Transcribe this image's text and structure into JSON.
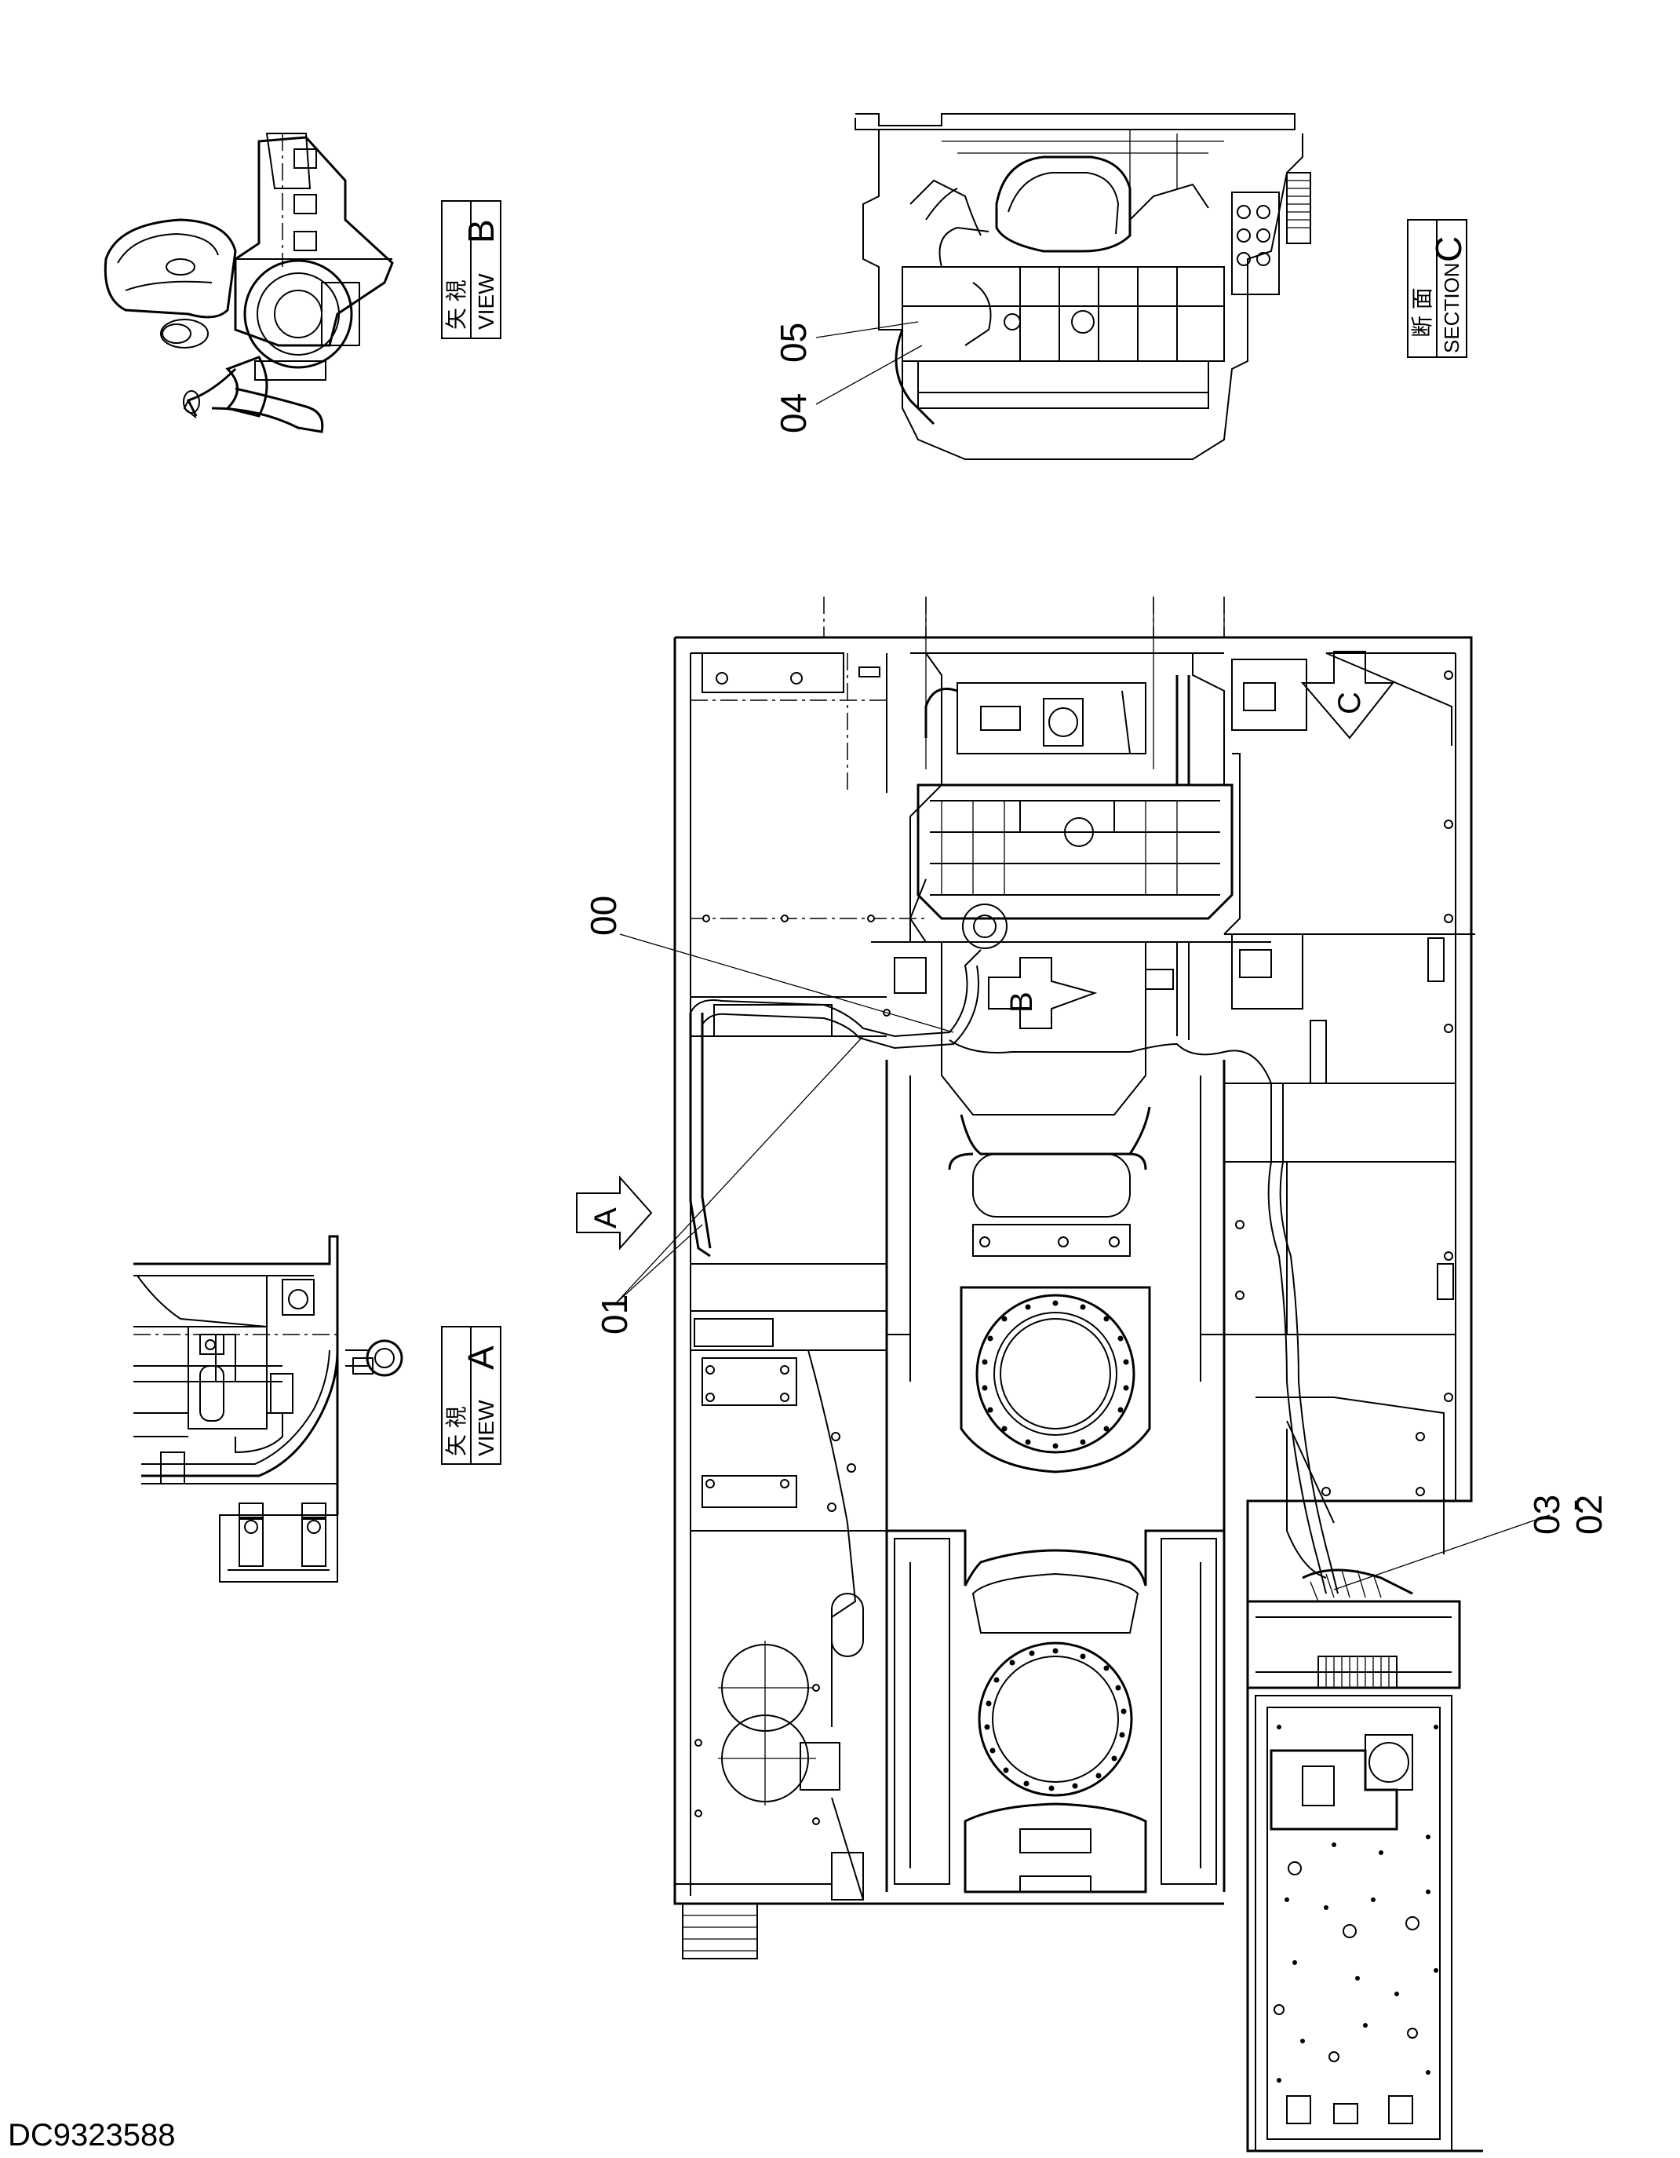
{
  "view_b_label": {
    "kanji": "矢 視",
    "word": "VIEW",
    "letter": "B"
  },
  "section_c_label": {
    "kanji": "断 面",
    "word": "SECTION",
    "letter": "C"
  },
  "view_a_label": {
    "kanji": "矢 視",
    "word": "VIEW",
    "letter": "A"
  },
  "arrows": {
    "a": "A",
    "b": "B",
    "c": "C"
  },
  "callouts": {
    "c00": "00",
    "c01": "01",
    "c04": "04",
    "c05": "05",
    "c03_02": "03\n-\n02"
  },
  "callout_0302": {
    "top": "03",
    "dash": "-",
    "bottom": "02"
  },
  "drawing_number": "DC9323588"
}
